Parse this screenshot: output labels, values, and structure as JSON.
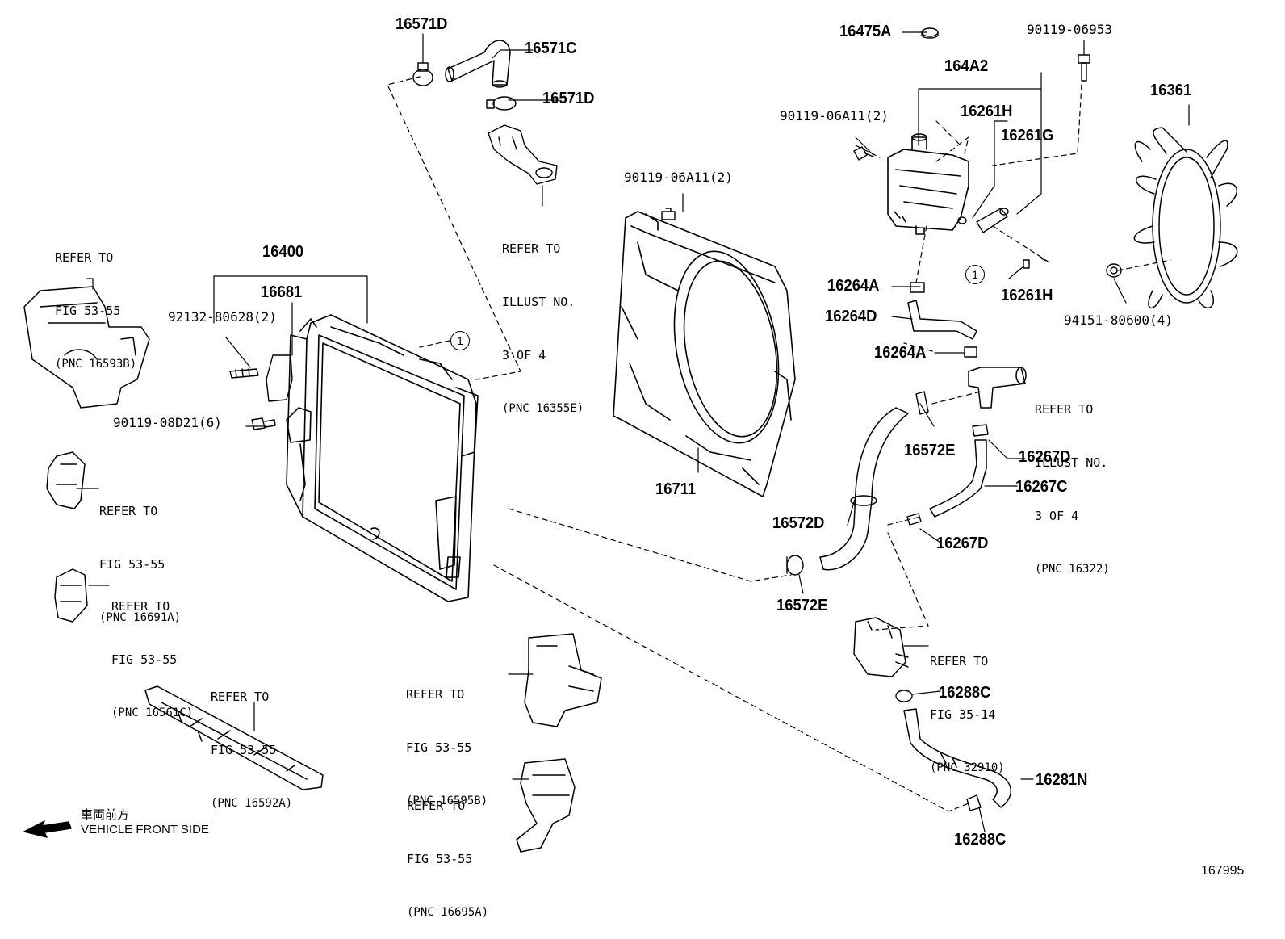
{
  "parts": {
    "p16571D_top": "16571D",
    "p16571C": "16571C",
    "p16571D_mid": "16571D",
    "p16475A": "16475A",
    "p90119_06953": "90119-06953",
    "p164A2": "164A2",
    "p16261H_top": "16261H",
    "p90119_06A11_tank": "90119-06A11(2)",
    "p16261G": "16261G",
    "p16361": "16361",
    "p90119_06A11_shroud": "90119-06A11(2)",
    "p16400": "16400",
    "p16681": "16681",
    "p92132": "92132-80628(2)",
    "p90119_08D21": "90119-08D21(6)",
    "p16711": "16711",
    "p16264A_top": "16264A",
    "p16264D": "16264D",
    "p16264A_bot": "16264A",
    "p16261H_bot": "16261H",
    "p94151": "94151-80600(4)",
    "p16572E_top": "16572E",
    "p16267D_top": "16267D",
    "p16267C": "16267C",
    "p16572D": "16572D",
    "p16267D_bot": "16267D",
    "p16572E_bot": "16572E",
    "p16288C_top": "16288C",
    "p16281N": "16281N",
    "p16288C_bot": "16288C"
  },
  "refs": {
    "r16593B": {
      "line1": "REFER TO",
      "line2": "FIG 53-55",
      "line3": "(PNC 16593B)"
    },
    "r16691A": {
      "line1": "REFER TO",
      "line2": "FIG 53-55",
      "line3": "(PNC 16691A)"
    },
    "r16561C": {
      "line1": "REFER TO",
      "line2": "FIG 53-55",
      "line3": "(PNC 16561C)"
    },
    "r16592A": {
      "line1": "REFER TO",
      "line2": "FIG 53-55",
      "line3": "(PNC 16592A)"
    },
    "r16595B": {
      "line1": "REFER TO",
      "line2": "FIG 53-55",
      "line3": "(PNC 16595B)"
    },
    "r16695A": {
      "line1": "REFER TO",
      "line2": "FIG 53-55",
      "line3": "(PNC 16695A)"
    },
    "r16355E": {
      "line1": "REFER TO",
      "line2": "ILLUST NO.",
      "line3": "3 OF 4",
      "line4": "(PNC 16355E)"
    },
    "r16322": {
      "line1": "REFER TO",
      "line2": "ILLUST NO.",
      "line3": "3 OF 4",
      "line4": "(PNC 16322)"
    },
    "r32910": {
      "line1": "REFER TO",
      "line2": "FIG 35-14",
      "line3": "(PNC 32910)"
    }
  },
  "markers": {
    "circle1": "1",
    "circle2": "1"
  },
  "direction": {
    "japanese": "車両前方",
    "english": "VEHICLE FRONT SIDE"
  },
  "illustration_number": "167995"
}
